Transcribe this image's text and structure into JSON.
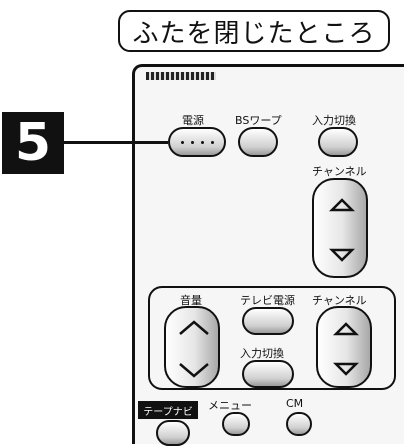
{
  "title": "ふたを閉じたところ",
  "step_number": "5",
  "remote": {
    "top_row": {
      "power": "電源",
      "bs_wave": "BSワープ",
      "input_switch": "入力切換"
    },
    "channel_label_top": "チャンネル",
    "lower_section": {
      "volume": "音量",
      "tv_power": "テレビ電源",
      "channel": "チャンネル",
      "input_switch": "入力切換"
    },
    "bottom_row": {
      "tape_navi": "テープナビ",
      "menu": "メニュー",
      "cm": "CM"
    }
  }
}
